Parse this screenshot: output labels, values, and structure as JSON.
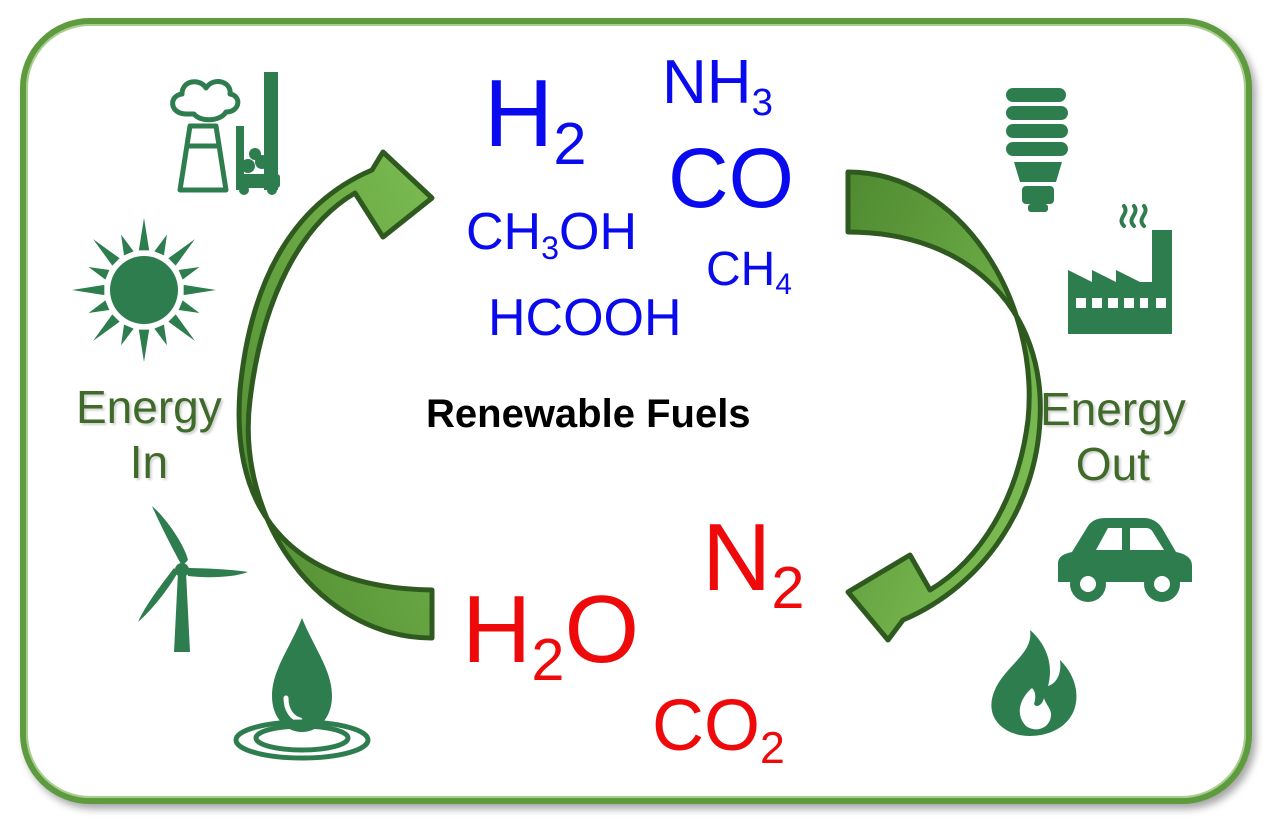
{
  "center_label": "Renewable Fuels",
  "energy_in": {
    "line1": "Energy",
    "line2": "In"
  },
  "energy_out": {
    "line1": "Energy",
    "line2": "Out"
  },
  "fuels": [
    {
      "base": "H",
      "sub": "2",
      "tail": ""
    },
    {
      "base": "NH",
      "sub": "3",
      "tail": ""
    },
    {
      "base": "CO",
      "sub": "",
      "tail": ""
    },
    {
      "base": "CH",
      "sub": "3",
      "tail": "OH"
    },
    {
      "base": "CH",
      "sub": "4",
      "tail": ""
    },
    {
      "base": "HCOOH",
      "sub": "",
      "tail": ""
    }
  ],
  "feedstocks": [
    {
      "base": "N",
      "sub": "2",
      "tail": ""
    },
    {
      "base": "H",
      "sub": "2",
      "tail": "O"
    },
    {
      "base": "CO",
      "sub": "2",
      "tail": ""
    }
  ],
  "icons_in": [
    "power-plant-icon",
    "sun-icon",
    "wind-turbine-icon",
    "water-drop-icon"
  ],
  "icons_out": [
    "light-bulb-icon",
    "factory-icon",
    "car-icon",
    "flame-icon"
  ],
  "colors": {
    "fuel_text": "#0a0aee",
    "feedstock_text": "#ee0a0a",
    "arrow_fill": "#6fae45",
    "arrow_stroke": "#2f5a1f",
    "icon_green": "#2e7d4f",
    "frame": "#5e9b3e"
  }
}
